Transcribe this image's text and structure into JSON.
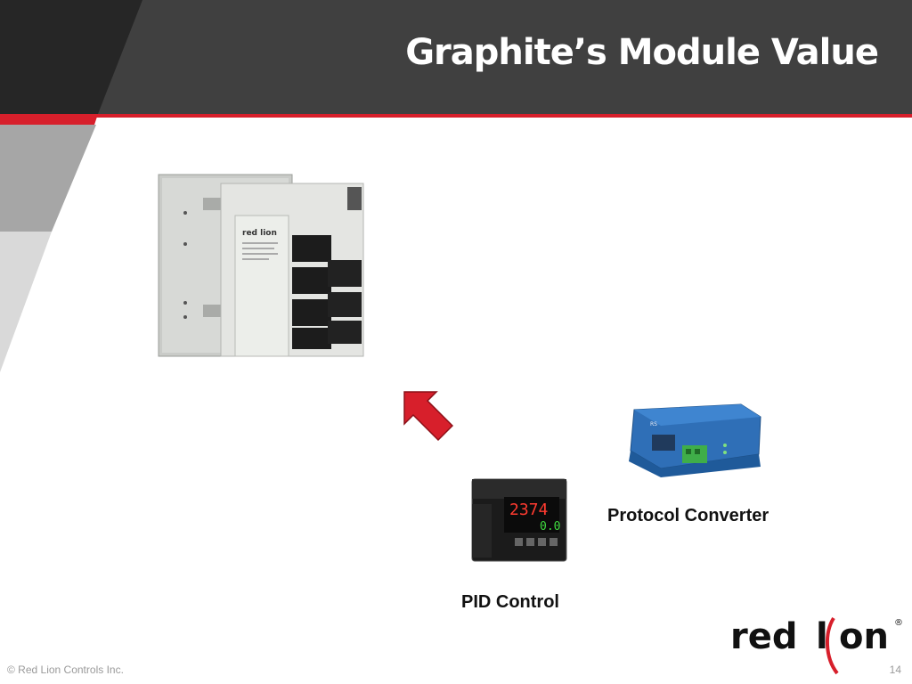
{
  "slide": {
    "title": "Graphite’s Module Value",
    "labels": {
      "protocol_converter": "Protocol Converter",
      "pid_control": "PID Control"
    },
    "footer": "© Red Lion Controls Inc.",
    "page_number": "14",
    "logo": {
      "word1": "red",
      "word2": "lion",
      "registered": "®"
    },
    "pid_display": {
      "top": "2374",
      "bottom": "0.0"
    },
    "colors": {
      "header": "#404040",
      "header_dark": "#262626",
      "accent_red": "#d71f2b",
      "band_mid": "#a6a6a6",
      "band_light": "#d9d9d9",
      "converter_blue": "#2f6fb7",
      "terminal_green": "#3fae49"
    }
  }
}
